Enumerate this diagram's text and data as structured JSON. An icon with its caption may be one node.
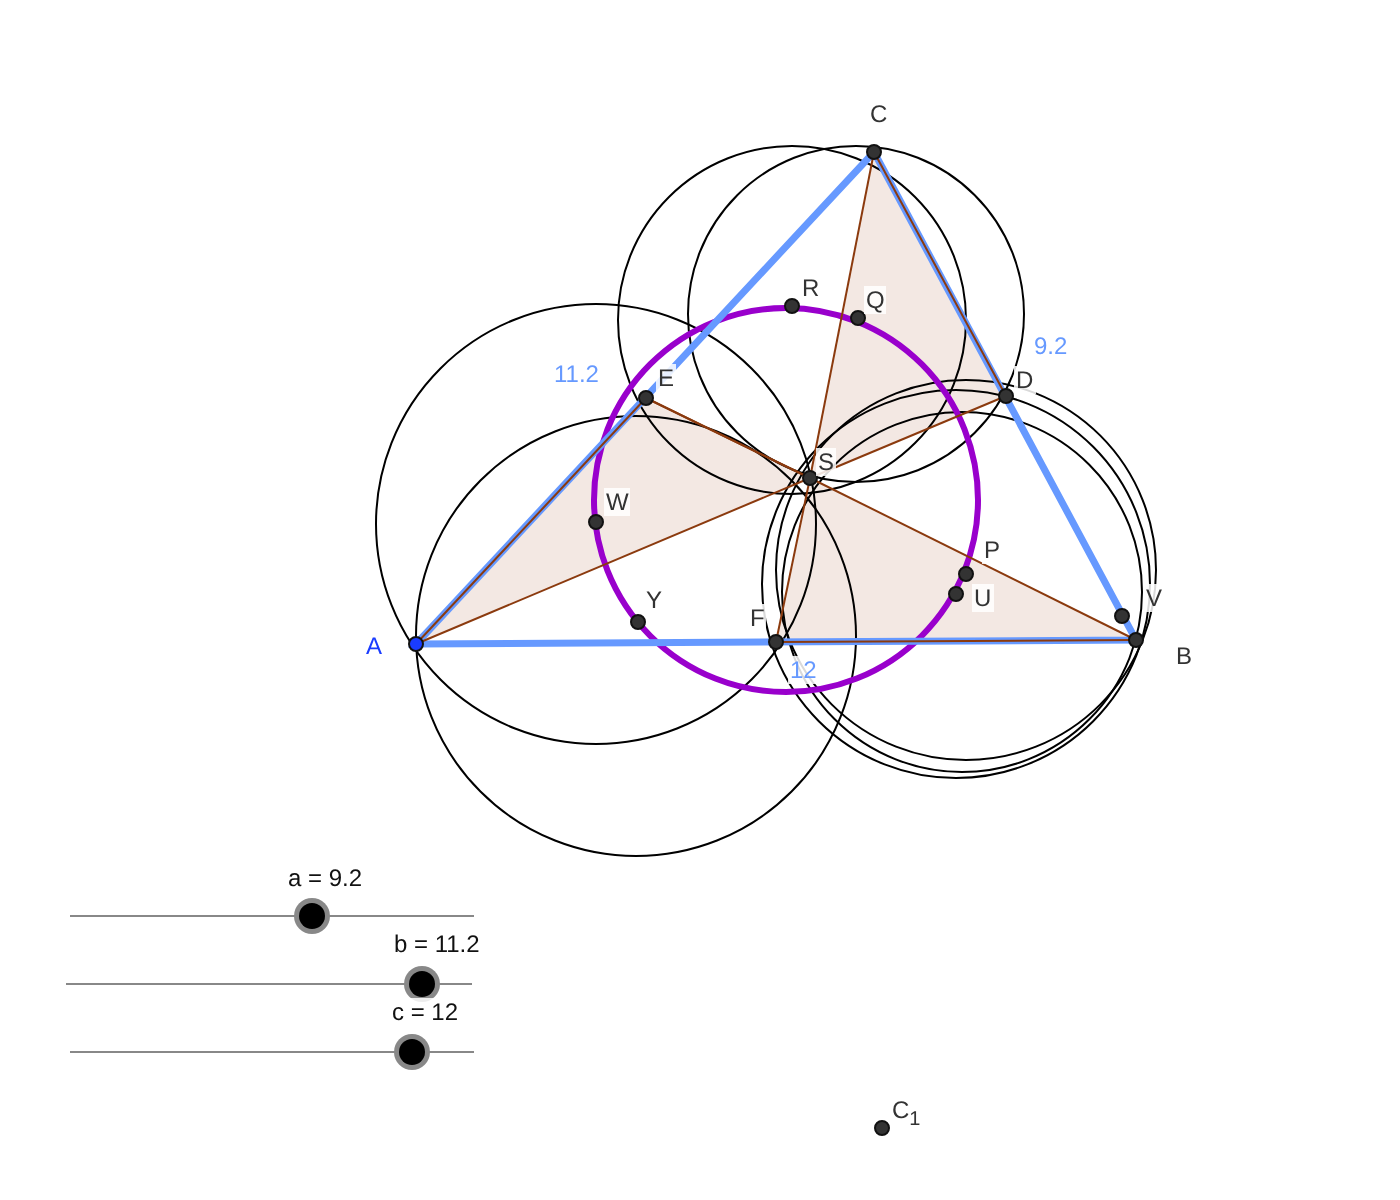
{
  "diagram": {
    "labels": [
      "C",
      "R",
      "Q",
      "11.2",
      "E",
      "9.2",
      "D",
      "S",
      "W",
      "P",
      "U",
      "V",
      "A",
      "Y",
      "F",
      "B",
      "12",
      "a = 9.2",
      "b = 11.2",
      "c = 12",
      "C$_{1}$"
    ]
  }
}
